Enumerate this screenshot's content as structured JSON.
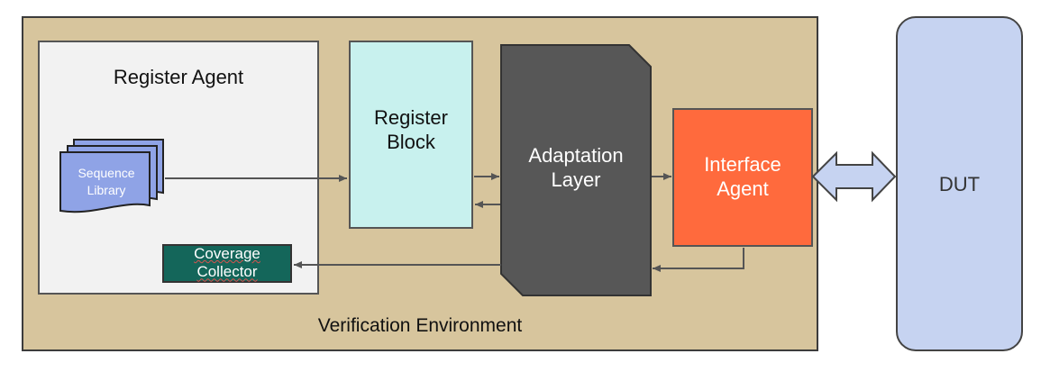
{
  "environment": {
    "label": "Verification Environment"
  },
  "register_agent": {
    "title": "Register Agent"
  },
  "sequence_library": {
    "line1": "Sequence",
    "line2": "Library"
  },
  "coverage_collector": {
    "line1": "Coverage",
    "line2": "Collector"
  },
  "register_block": {
    "line1": "Register",
    "line2": "Block"
  },
  "adaptation_layer": {
    "line1": "Adaptation",
    "line2": "Layer"
  },
  "interface_agent": {
    "line1": "Interface",
    "line2": "Agent"
  },
  "dut": {
    "label": "DUT"
  },
  "colors": {
    "environment": "#d7c59d",
    "register_agent": "#f2f2f2",
    "register_block": "#c8f1ee",
    "adaptation_layer": "#575757",
    "interface_agent": "#ff6a3d",
    "dut": "#c6d3f1",
    "coverage_collector": "#14665a",
    "sequence_library": "#8fa3e6"
  }
}
